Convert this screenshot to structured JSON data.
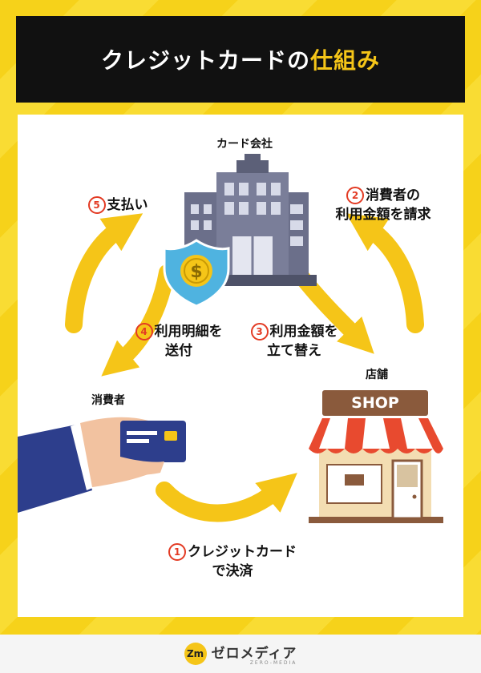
{
  "title": {
    "main": "クレジットカードの",
    "accent": "仕組み"
  },
  "nodes": {
    "card_company": "カード会社",
    "store": "店舗",
    "consumer": "消費者",
    "shop_sign": "SHOP"
  },
  "steps": [
    {
      "number": "1",
      "line1": "クレジットカード",
      "line2": "で決済"
    },
    {
      "number": "2",
      "line1": "消費者の",
      "line2": "利用金額を請求"
    },
    {
      "number": "3",
      "line1": "利用金額を",
      "line2": "立て替え"
    },
    {
      "number": "4",
      "line1": "利用明細を",
      "line2": "送付"
    },
    {
      "number": "5",
      "line1": "支払い",
      "line2": ""
    }
  ],
  "footer": {
    "logo_mark": "Zm",
    "logo_text": "ゼロメディア",
    "logo_sub": "ZERO-MEDIA"
  },
  "colors": {
    "background": "#f6d21a",
    "title_bar": "#111111",
    "accent": "#f5c518",
    "arrow": "#f5c518",
    "step_number": "#e33b24",
    "building": "#6b6f8a",
    "shield": "#4fb3e0",
    "coin": "#f5c518",
    "card": "#2d3e8c",
    "awning_red": "#e84a2f",
    "shop_wall": "#f3ddb2",
    "shop_brown": "#8a5a3c"
  }
}
